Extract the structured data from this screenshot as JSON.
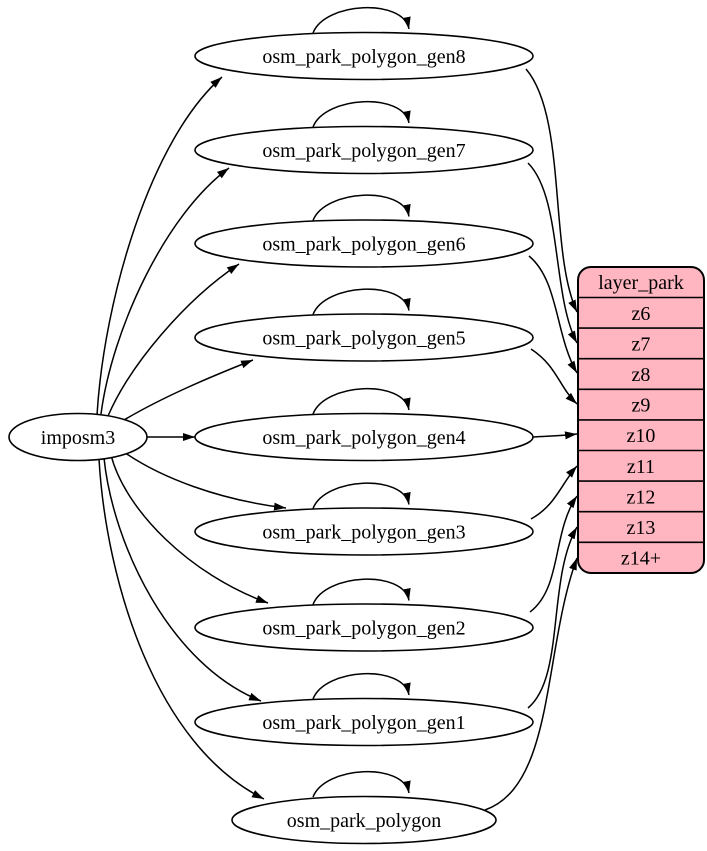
{
  "diagram": {
    "type": "graphviz-digraph",
    "source_node": {
      "label": "imposm3"
    },
    "table_nodes": [
      {
        "label": "osm_park_polygon_gen8",
        "maps_to": "z6"
      },
      {
        "label": "osm_park_polygon_gen7",
        "maps_to": "z7"
      },
      {
        "label": "osm_park_polygon_gen6",
        "maps_to": "z8"
      },
      {
        "label": "osm_park_polygon_gen5",
        "maps_to": "z9"
      },
      {
        "label": "osm_park_polygon_gen4",
        "maps_to": "z10"
      },
      {
        "label": "osm_park_polygon_gen3",
        "maps_to": "z11"
      },
      {
        "label": "osm_park_polygon_gen2",
        "maps_to": "z12"
      },
      {
        "label": "osm_park_polygon_gen1",
        "maps_to": "z13"
      },
      {
        "label": "osm_park_polygon",
        "maps_to": "z14+"
      }
    ],
    "layer_node": {
      "title": "layer_park",
      "zoom_rows": [
        "z6",
        "z7",
        "z8",
        "z9",
        "z10",
        "z11",
        "z12",
        "z13",
        "z14+"
      ]
    },
    "colors": {
      "layer_fill": "#ffb6c1",
      "table_fill": "#ffffff",
      "stroke": "#000000",
      "text": "#000000",
      "background": "#ffffff"
    }
  }
}
